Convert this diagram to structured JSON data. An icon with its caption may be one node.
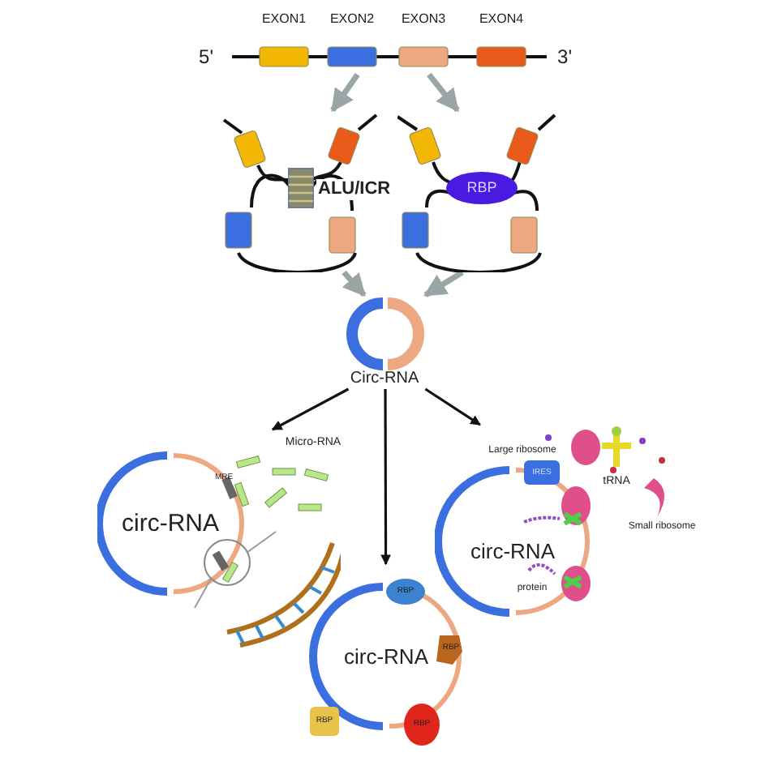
{
  "diagram": {
    "nodes": [
      {
        "text": [
          "EXON1",
          "EXON2",
          "EXON3",
          "EXON4",
          "5'",
          "3'"
        ]
      },
      {
        "text": [
          "ALU/ICR"
        ]
      },
      {
        "text": [
          "RBP"
        ]
      },
      {
        "text": [
          "Circ-RNA"
        ]
      },
      {
        "text": [
          "Micro-RNA",
          "MRE",
          "circ-RNA"
        ]
      },
      {
        "text": [
          "circ-RNA",
          "RBP",
          "RBP",
          "RBP",
          "RBP"
        ]
      },
      {
        "text": [
          "Large ribosome",
          "IRES",
          "tRNA",
          "Small ribosome",
          "circ-RNA",
          "protein"
        ]
      }
    ],
    "edges": [
      {
        "from": 0,
        "to": 1,
        "arrow": "to",
        "color": "#9aa5a5"
      },
      {
        "from": 0,
        "to": 2,
        "arrow": "to",
        "color": "#9aa5a5"
      },
      {
        "from": 1,
        "to": 3,
        "arrow": "to",
        "color": "#9aa5a5"
      },
      {
        "from": 2,
        "to": 3,
        "arrow": "to",
        "color": "#9aa5a5"
      },
      {
        "from": 3,
        "to": 4,
        "arrow": "to",
        "color": "#111111"
      },
      {
        "from": 3,
        "to": 5,
        "arrow": "to",
        "color": "#111111"
      },
      {
        "from": 3,
        "to": 6,
        "arrow": "to",
        "color": "#111111"
      }
    ]
  }
}
